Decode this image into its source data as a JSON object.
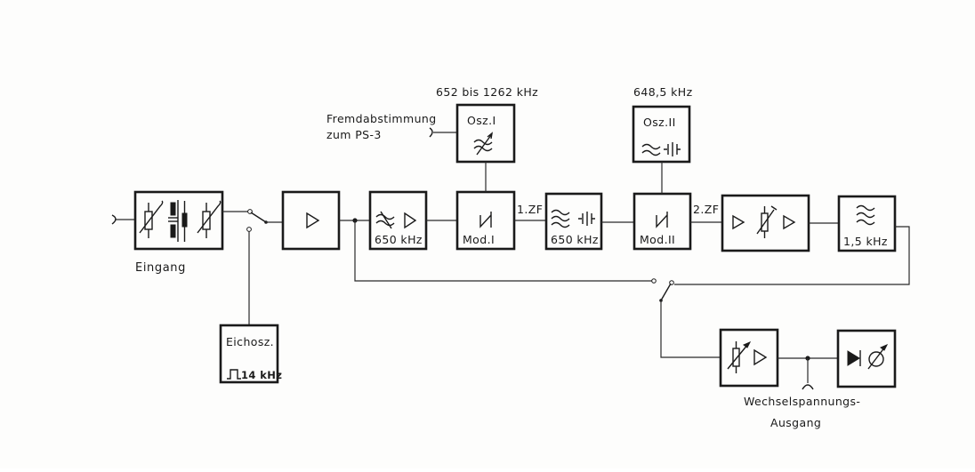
{
  "diagram": {
    "type": "block-diagram",
    "blocks": {
      "input": {
        "label": "Eingang"
      },
      "amp1": {
        "label": ""
      },
      "filter1": {
        "label": "650 kHz"
      },
      "mod1": {
        "label": "Mod.I"
      },
      "osc1": {
        "label": "Osz.I",
        "freq": "652 bis 1262 kHz"
      },
      "filter2": {
        "label": "650 kHz"
      },
      "mod2": {
        "label": "Mod.II"
      },
      "osc2": {
        "label": "Osz.II",
        "freq": "648,5 kHz"
      },
      "amp2": {
        "label": ""
      },
      "filter3": {
        "label": "1,5 kHz"
      },
      "cal_osc": {
        "label": "Eichosz.",
        "freq": "14 kHz"
      },
      "out_amp": {
        "label": ""
      },
      "meter": {
        "label": ""
      }
    },
    "signals": {
      "if1": "1.ZF",
      "if2": "2.ZF"
    },
    "annotations": {
      "ext_tuning_line1": "Fremdabstimmung",
      "ext_tuning_line2": "zum PS-3",
      "ac_output_line1": "Wechselspannungs-",
      "ac_output_line2": "Ausgang"
    }
  }
}
